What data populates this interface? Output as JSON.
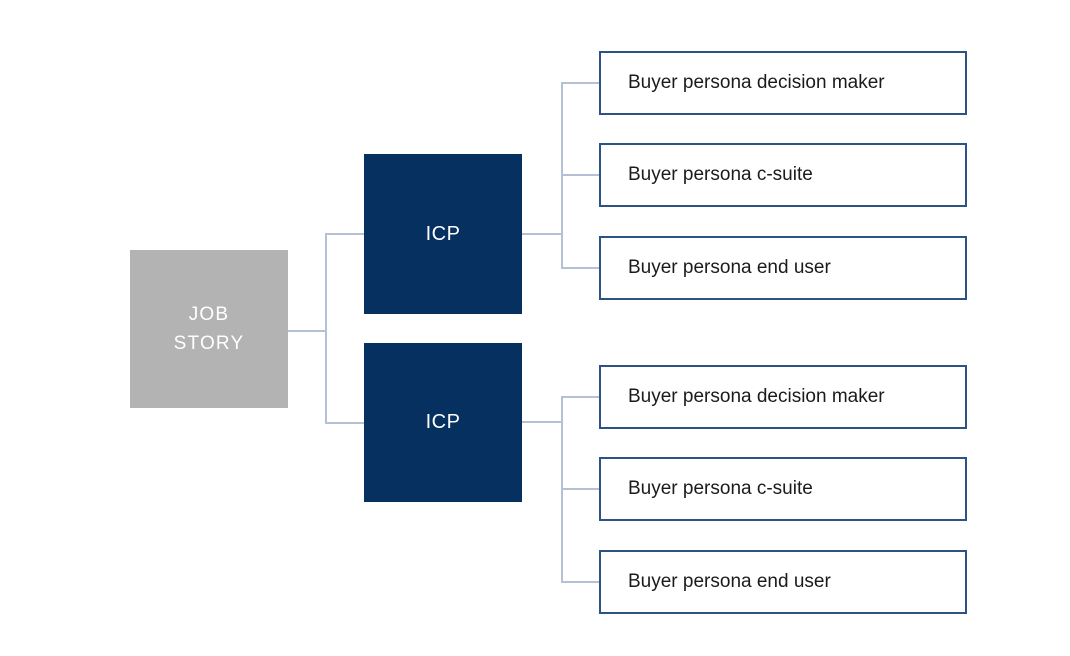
{
  "colors": {
    "root_fill": "#b3b3b3",
    "icp_fill": "#053060",
    "persona_border": "#2b5383",
    "connector_line": "#b4c0d3",
    "root_text": "#ffffff",
    "icp_text": "#ffffff",
    "persona_text": "#1b1b1b",
    "background": "#ffffff"
  },
  "diagram": {
    "type": "tree",
    "root": {
      "label": "JOB STORY"
    },
    "branches": [
      {
        "label": "ICP",
        "children": [
          {
            "label": "Buyer persona decision maker"
          },
          {
            "label": "Buyer persona c-suite"
          },
          {
            "label": "Buyer persona end user"
          }
        ]
      },
      {
        "label": "ICP",
        "children": [
          {
            "label": "Buyer persona decision maker"
          },
          {
            "label": "Buyer persona c-suite"
          },
          {
            "label": "Buyer persona end user"
          }
        ]
      }
    ]
  }
}
